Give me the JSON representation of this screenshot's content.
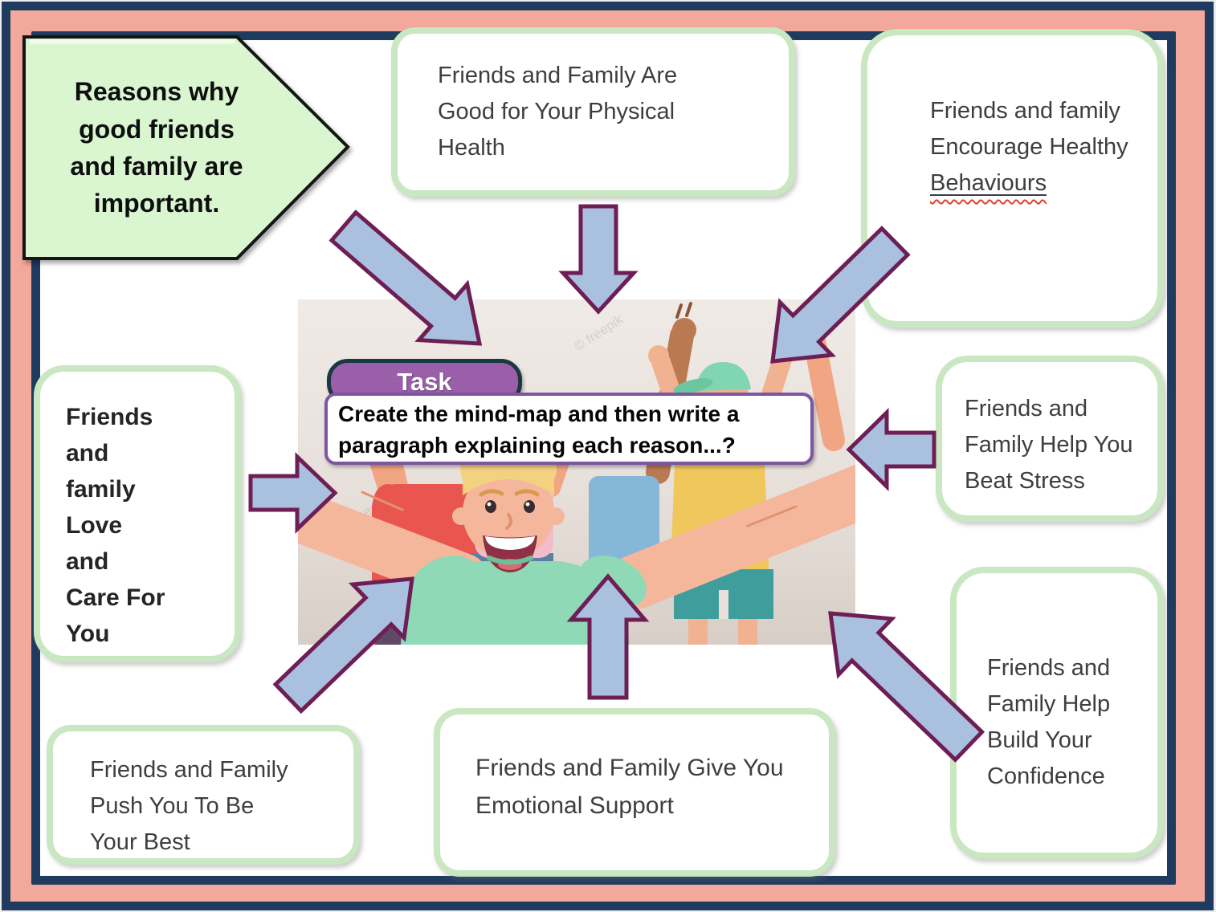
{
  "colors": {
    "navy": "#1f3c5f",
    "salmon": "#f2a89a",
    "green-border": "#c9e7c1",
    "banner-fill": "#d9f6d0",
    "arrow-fill": "#a9c1de",
    "arrow-stroke": "#6e1e55",
    "pill-fill": "#9a5fa8",
    "pill-border": "#1b3744",
    "task-border": "#7d55a0",
    "ink": "#3e3e3e",
    "ink-bold": "#252525"
  },
  "banner": {
    "text": "Reasons why\ngood friends\nand family are\nimportant."
  },
  "task": {
    "label": "Task",
    "instruction": "Create the mind-map and then write a\nparagraph explaining each reason...?"
  },
  "boxes": {
    "top_center": {
      "text": "Friends and Family Are\nGood for Your Physical\nHealth"
    },
    "top_right": {
      "text": "Friends and family\nEncourage Healthy",
      "underlined_word": "Behaviours"
    },
    "right": {
      "text": "Friends and\nFamily Help You\nBeat Stress"
    },
    "bottom_right": {
      "text": "Friends and\nFamily Help\nBuild Your\nConfidence"
    },
    "bottom_center": {
      "text": "Friends and Family Give You\nEmotional Support"
    },
    "bottom_left": {
      "text": "Friends and Family\nPush You To Be\nYour Best"
    },
    "left": {
      "text": "Friends\nand\nfamily\nLove\nand\nCare For\nYou"
    }
  },
  "image": {
    "watermark": "© freepik"
  }
}
